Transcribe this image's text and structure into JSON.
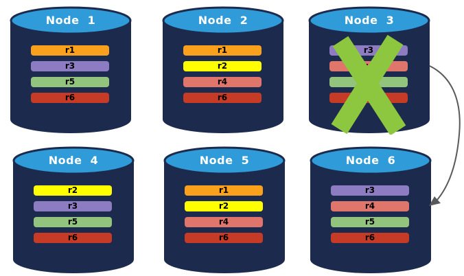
{
  "diagram": {
    "description": "Database replication nodes with failed node and failover arrow",
    "colors": {
      "cylinder_body": "#1C2B4D",
      "cylinder_top": "#2F9BD8",
      "failure_x": "#8DC63F",
      "arrow": "#58595B",
      "orange": "#F9A11D",
      "yellow": "#FFFF00",
      "purple": "#8E7CC3",
      "salmon": "#E0766B",
      "green": "#93C47D",
      "red": "#C53B26"
    },
    "nodes": [
      {
        "title": "Node  1",
        "failed": false,
        "rows": [
          {
            "label": "r1",
            "color": "#F9A11D"
          },
          {
            "label": "r3",
            "color": "#8E7CC3"
          },
          {
            "label": "r5",
            "color": "#93C47D"
          },
          {
            "label": "r6",
            "color": "#C53B26"
          }
        ]
      },
      {
        "title": "Node  2",
        "failed": false,
        "rows": [
          {
            "label": "r1",
            "color": "#F9A11D"
          },
          {
            "label": "r2",
            "color": "#FFFF00"
          },
          {
            "label": "r4",
            "color": "#E0766B"
          },
          {
            "label": "r6",
            "color": "#C53B26"
          }
        ]
      },
      {
        "title": "Node  3",
        "failed": true,
        "rows": [
          {
            "label": "r3",
            "color": "#8E7CC3"
          },
          {
            "label": "r4",
            "color": "#E0766B"
          },
          {
            "label": "r5",
            "color": "#93C47D"
          },
          {
            "label": "r6",
            "color": "#C53B26"
          }
        ]
      },
      {
        "title": "Node  4",
        "failed": false,
        "rows": [
          {
            "label": "r2",
            "color": "#FFFF00"
          },
          {
            "label": "r3",
            "color": "#8E7CC3"
          },
          {
            "label": "r5",
            "color": "#93C47D"
          },
          {
            "label": "r6",
            "color": "#C53B26"
          }
        ]
      },
      {
        "title": "Node  5",
        "failed": false,
        "rows": [
          {
            "label": "r1",
            "color": "#F9A11D"
          },
          {
            "label": "r2",
            "color": "#FFFF00"
          },
          {
            "label": "r4",
            "color": "#E0766B"
          },
          {
            "label": "r6",
            "color": "#C53B26"
          }
        ]
      },
      {
        "title": "Node  6",
        "failed": false,
        "rows": [
          {
            "label": "r3",
            "color": "#8E7CC3"
          },
          {
            "label": "r4",
            "color": "#E0766B"
          },
          {
            "label": "r5",
            "color": "#93C47D"
          },
          {
            "label": "r6",
            "color": "#C53B26"
          }
        ]
      }
    ],
    "arrow": {
      "from": "Node 3",
      "to": "Node 6"
    }
  }
}
